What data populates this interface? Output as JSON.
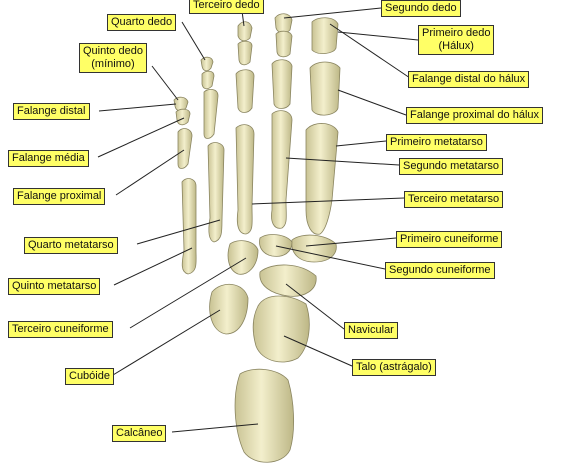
{
  "labels": {
    "quarto_dedo": "Quarto dedo",
    "terceiro_dedo": "Terceiro dedo",
    "segundo_dedo": "Segundo dedo",
    "primeiro_dedo_1": "Primeiro dedo",
    "primeiro_dedo_2": "(Hálux)",
    "quinto_dedo_1": "Quinto dedo",
    "quinto_dedo_2": "(mínimo)",
    "falange_distal_halux": "Falange distal do hálux",
    "falange_distal": "Falange distal",
    "falange_proximal_halux": "Falange proximal do hálux",
    "falange_media": "Falange média",
    "primeiro_metatarso": "Primeiro metatarso",
    "segundo_metatarso": "Segundo metatarso",
    "falange_proximal": "Falange proximal",
    "terceiro_metatarso": "Terceiro metatarso",
    "primeiro_cuneiforme": "Primeiro cuneiforme",
    "quarto_metatarso": "Quarto metatarso",
    "segundo_cuneiforme": "Segundo cuneiforme",
    "quinto_metatarso": "Quinto metatarso",
    "terceiro_cuneiforme": "Terceiro cuneiforme",
    "navicular": "Navicular",
    "cuboide": "Cubóide",
    "talo": "Talo (astrágalo)",
    "calcaneo": "Calcâneo"
  },
  "colors": {
    "bone_fill": "#e9e4b8",
    "bone_stroke": "#8a8560",
    "label_bg": "#ffff66",
    "line": "#222222"
  }
}
